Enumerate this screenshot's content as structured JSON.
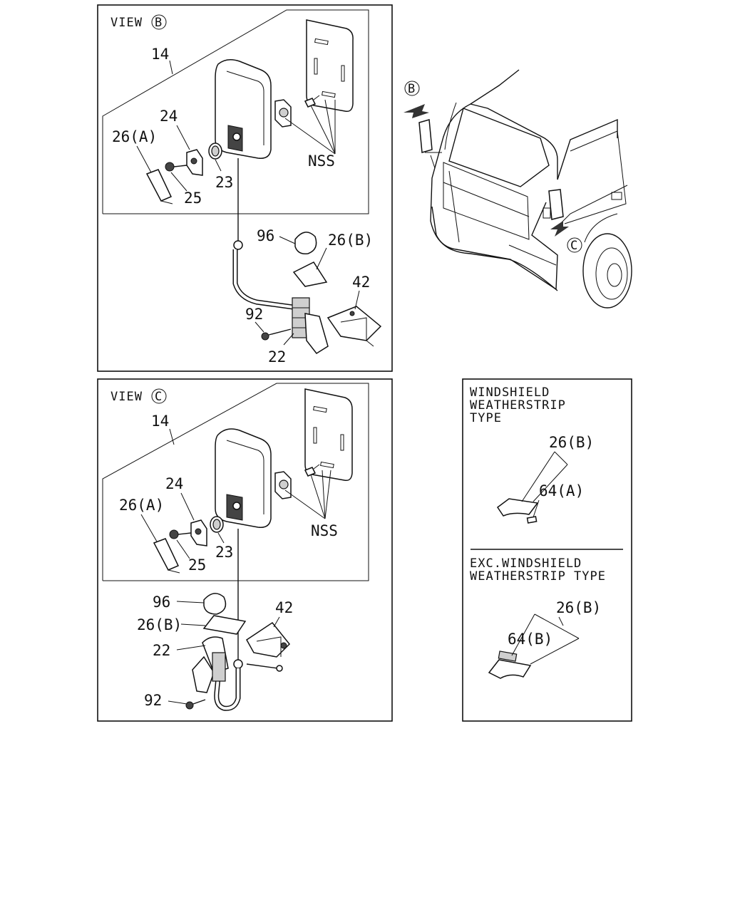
{
  "view_b": {
    "title": "VIEW",
    "marker": "B",
    "labels": {
      "p14": "14",
      "p24": "24",
      "p26a": "26(A)",
      "p25": "25",
      "p23": "23",
      "nss": "NSS",
      "p96": "96",
      "p26b": "26(B)",
      "p42": "42",
      "p92": "92",
      "p22": "22"
    }
  },
  "view_c": {
    "title": "VIEW",
    "marker": "C",
    "labels": {
      "p14": "14",
      "p24": "24",
      "p26a": "26(A)",
      "p25": "25",
      "p23": "23",
      "nss": "NSS",
      "p96": "96",
      "p26b": "26(B)",
      "p42": "42",
      "p22": "22",
      "p92": "92"
    }
  },
  "truck": {
    "marker_b": "B",
    "marker_c": "C"
  },
  "variants": {
    "top_title_line1": "WINDSHIELD",
    "top_title_line2": "WEATHERSTRIP",
    "top_title_line3": "TYPE",
    "top_p26b": "26(B)",
    "top_p64a": "64(A)",
    "bottom_title_line1": "EXC.WINDSHIELD",
    "bottom_title_line2": "WEATHERSTRIP TYPE",
    "bottom_p26b": "26(B)",
    "bottom_p64b": "64(B)"
  },
  "icons": [
    "circled-letter-icon",
    "view-arrow-icon"
  ]
}
